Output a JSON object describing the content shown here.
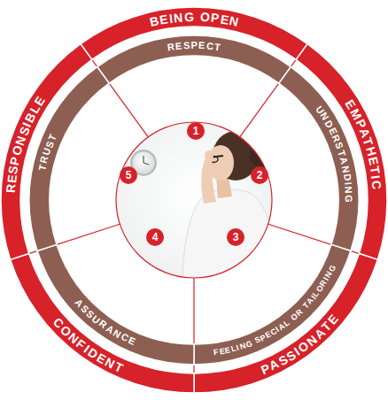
{
  "diagram": {
    "nodes": [
      {
        "text": [
          "BEING OPEN"
        ]
      },
      {
        "text": [
          "EMPATHETIC"
        ]
      },
      {
        "text": [
          "PASSIONATE"
        ]
      },
      {
        "text": [
          "CONFIDENT"
        ]
      },
      {
        "text": [
          "RESPONSIBLE"
        ]
      },
      {
        "text": [
          "RESPECT"
        ]
      },
      {
        "text": [
          "UNDERSTANDING"
        ]
      },
      {
        "text": [
          "FEELING SPECIAL OR TAILORING"
        ]
      },
      {
        "text": [
          "ASSURANCE"
        ]
      },
      {
        "text": [
          "TRUST"
        ]
      }
    ],
    "labels": [
      "1",
      "2",
      "3",
      "4",
      "5"
    ]
  }
}
